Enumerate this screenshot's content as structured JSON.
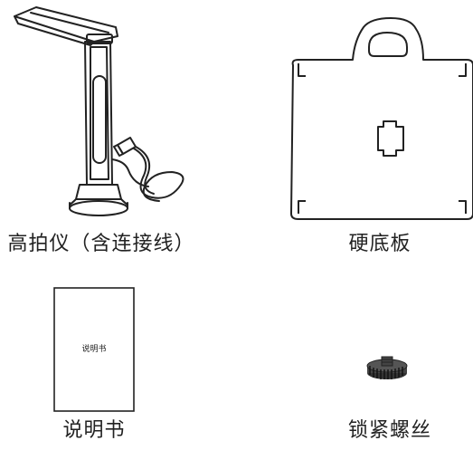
{
  "items": [
    {
      "name": "document-camera",
      "caption": "高拍仪（含连接线）"
    },
    {
      "name": "hard-base-board",
      "caption": "硬底板"
    },
    {
      "name": "instruction-manual",
      "caption": "说明书",
      "cover_text": "说明书"
    },
    {
      "name": "locking-screw",
      "caption": "锁紧螺丝"
    }
  ]
}
